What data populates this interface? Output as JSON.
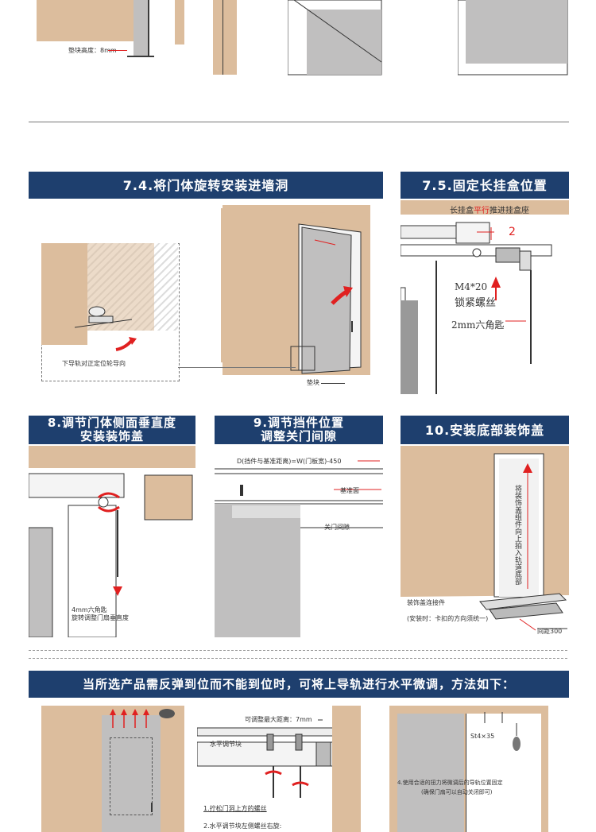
{
  "top": {
    "pad_height_note": "垫块高度：8mm"
  },
  "steps": {
    "s74": {
      "title": "7.4.将门体旋转安装进墙洞",
      "note_rail": "下导轨对正定位轮导向",
      "note_pad": "垫块"
    },
    "s75": {
      "title": "7.5.固定长挂盒位置",
      "subtitle_pre": "长挂盒",
      "subtitle_red": "平行",
      "subtitle_post": "推进挂盒座",
      "num": "2",
      "screw": "M4*20",
      "screw_note": "锁紧螺丝",
      "key_note": "2mm六角匙"
    },
    "s8": {
      "title_l1": "8.调节门体侧面垂直度",
      "title_l2": "安装装饰盖",
      "key_note_l1": "4mm六角匙",
      "key_note_l2": "旋转调整门扇垂直度"
    },
    "s9": {
      "title_l1": "9.调节挡件位置",
      "title_l2": "调整关门间隙",
      "formula": "D(挡件与基准距离)=W(门板宽)-450",
      "datum": "基准面",
      "gap": "关门间隙"
    },
    "s10": {
      "title": "10.安装底部装饰盖",
      "vertical_note": "将装饰盖组件向上拍入轨道底部",
      "connector": "装饰盖连接件",
      "install_note": "(安装时：卡扣的方向须统一)",
      "gap300": "间距300"
    }
  },
  "bottom": {
    "banner": "当所选产品需反弹到位而不能到位时，可将上导轨进行水平微调，方法如下：",
    "max_dist": "可调整最大距离：7mm",
    "block": "水平调节块",
    "step1": "1.拧松门洞上方的螺丝",
    "step2": "2.水平调节块左侧螺丝右旋:",
    "st": "St4×35",
    "step4_l1": "4.使用合适的扭力将微调后的导轨位置固定",
    "step4_l2": "(确保门扇可以自动关闭即可)"
  },
  "colors": {
    "banner": "#1e3f6e",
    "wall": "#dcbd9d",
    "door": "#c0bfbf",
    "accent": "#e02020"
  }
}
